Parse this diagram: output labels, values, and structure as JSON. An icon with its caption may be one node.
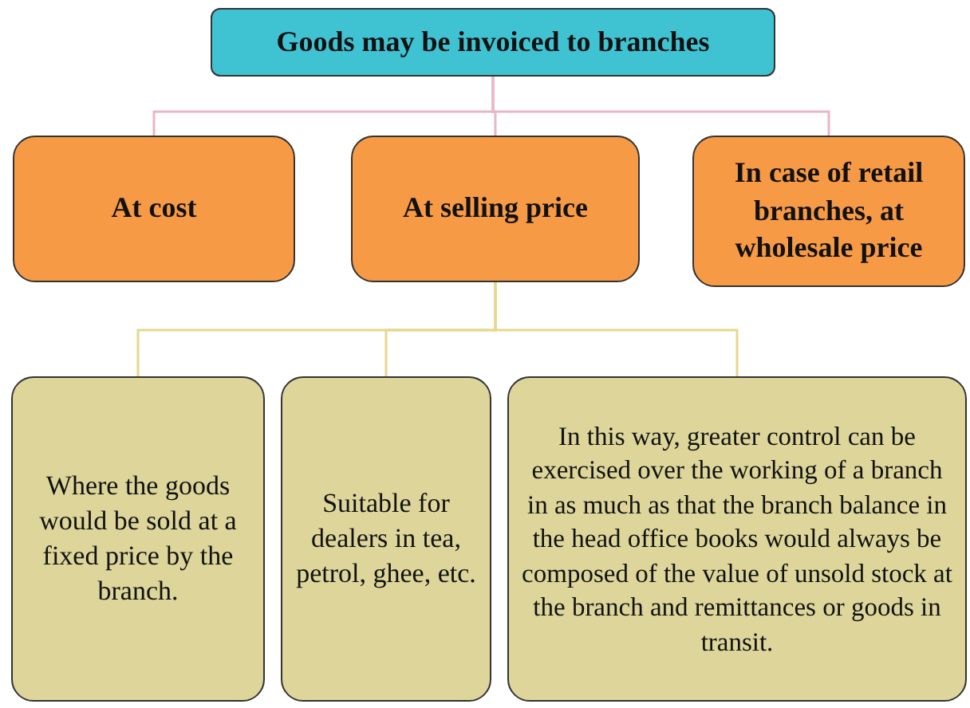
{
  "diagram": {
    "nodes": [
      {
        "text": [
          "Goods may be invoiced to branches"
        ]
      },
      {
        "text": [
          "At cost"
        ]
      },
      {
        "text": [
          "At selling price"
        ]
      },
      {
        "text": [
          "In case of retail branches, at wholesale price"
        ]
      },
      {
        "text": [
          "Where the goods would be sold at a fixed price by the branch."
        ]
      },
      {
        "text": [
          "Suitable for dealers in tea, petrol, ghee, etc."
        ]
      },
      {
        "text": [
          "In this way, greater control can be exercised over the working of a branch in as much as that the branch balance in the head office books would always be composed of the value of unsold stock at the branch and remittances or goods in transit."
        ]
      }
    ],
    "edges": [
      {
        "from": 0,
        "to": 1,
        "arrow": "none"
      },
      {
        "from": 0,
        "to": 2,
        "arrow": "none"
      },
      {
        "from": 0,
        "to": 3,
        "arrow": "none"
      },
      {
        "from": 2,
        "to": 4,
        "arrow": "none",
        "color": "#e6d88c"
      },
      {
        "from": 2,
        "to": 5,
        "arrow": "none",
        "color": "#e6d88c"
      },
      {
        "from": 2,
        "to": 6,
        "arrow": "none",
        "color": "#e6d88c"
      }
    ]
  }
}
